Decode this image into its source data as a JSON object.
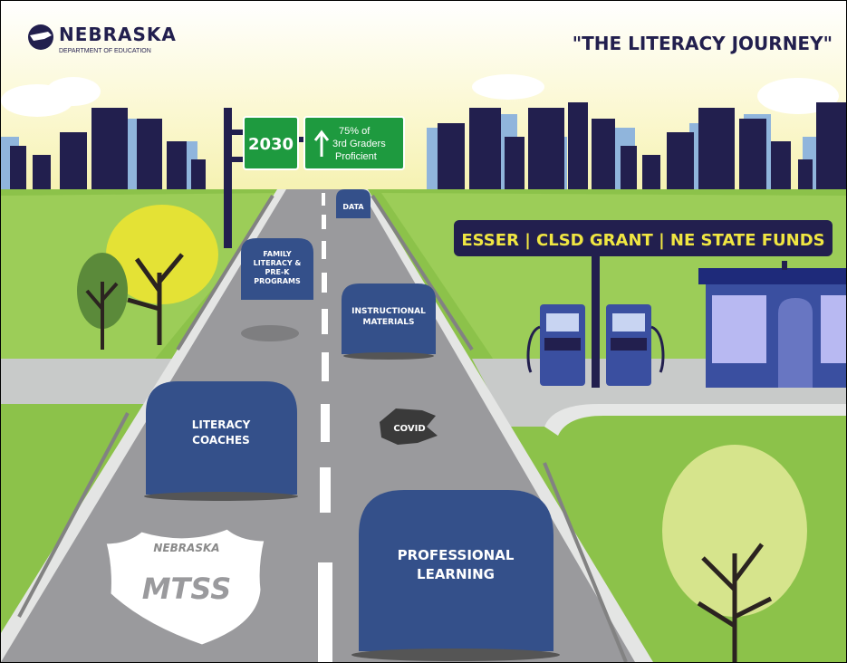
{
  "header": {
    "org_name": "NEBRASKA",
    "org_subtitle": "DEPARTMENT OF EDUCATION",
    "title": "\"THE LITERACY JOURNEY\""
  },
  "highway_sign": {
    "year": "2030",
    "goal_line1": "75% of",
    "goal_line2": "3rd Graders",
    "goal_line3": "Proficient"
  },
  "cars": {
    "data": "DATA",
    "family_line1": "FAMILY",
    "family_line2": "LITERACY &",
    "family_line3": "PRE-K",
    "family_line4": "PROGRAMS",
    "instructional_line1": "INSTRUCTIONAL",
    "instructional_line2": "MATERIALS",
    "literacy_line1": "LITERACY",
    "literacy_line2": "COACHES",
    "professional_line1": "PROFESSIONAL",
    "professional_line2": "LEARNING"
  },
  "pothole": {
    "label": "COVID"
  },
  "gas_station": {
    "sign": "ESSER | CLSD GRANT | NE STATE FUNDS"
  },
  "shield": {
    "top": "NEBRASKA",
    "main": "MTSS"
  },
  "colors": {
    "car": "#34508a",
    "skyline": "#221f4e",
    "road": "#9a9a9d",
    "grass": "#8cc24a",
    "sign_green": "#1e9a3f"
  }
}
